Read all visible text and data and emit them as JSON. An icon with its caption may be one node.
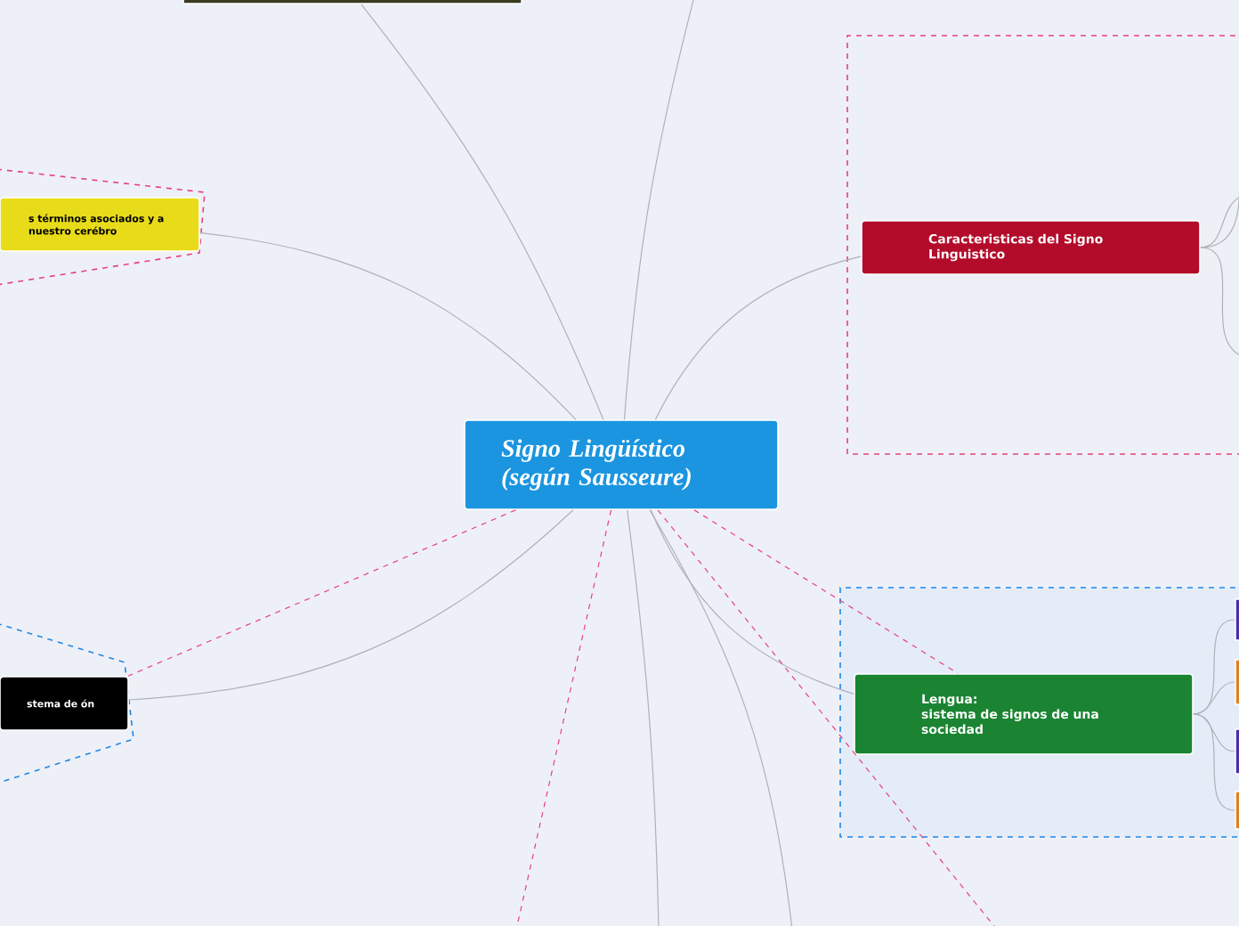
{
  "diagram": {
    "nodes": [
      {
        "text": [
          "Signo Lingüístico (según Sausseure)"
        ]
      },
      {
        "text": [
          "s términos asociados y a nuestro cerébro"
        ]
      },
      {
        "text": [
          "stema de ón"
        ]
      },
      {
        "text": [
          "Caracteristicas del Signo Linguistico"
        ]
      },
      {
        "text": [
          "Lengua:",
          "sistema de signos de una sociedad"
        ]
      },
      {
        "text": [],
        "shape": "box"
      },
      {
        "text": [],
        "shape": "box"
      },
      {
        "text": [],
        "shape": "box"
      },
      {
        "text": [],
        "shape": "box"
      },
      {
        "text": [],
        "shape": "box"
      }
    ],
    "edges": [
      {
        "from": 0,
        "to": 1,
        "arrow": "none"
      },
      {
        "from": 0,
        "to": 2,
        "arrow": "none"
      },
      {
        "from": 0,
        "to": 3,
        "arrow": "none"
      },
      {
        "from": 0,
        "to": 4,
        "arrow": "none"
      },
      {
        "from": 0,
        "to": 5,
        "arrow": "none"
      },
      {
        "from": 0,
        "to": null,
        "arrow": "none"
      },
      {
        "from": 0,
        "to": null,
        "arrow": "none"
      },
      {
        "from": 0,
        "to": null,
        "arrow": "none"
      },
      {
        "from": 0,
        "to": 2,
        "arrow": "none",
        "style": "dashed",
        "color": "#e8407c"
      },
      {
        "from": 0,
        "to": 4,
        "arrow": "none",
        "style": "dashed",
        "color": "#e8407c"
      },
      {
        "from": 0,
        "to": null,
        "arrow": "none",
        "style": "dashed",
        "color": "#e8407c"
      },
      {
        "from": 0,
        "to": null,
        "arrow": "none",
        "style": "dashed",
        "color": "#e8407c"
      },
      {
        "from": 3,
        "to": null,
        "arrow": "none"
      },
      {
        "from": 3,
        "to": null,
        "arrow": "none"
      },
      {
        "from": 3,
        "to": null,
        "arrow": "none"
      },
      {
        "from": 4,
        "to": 6,
        "arrow": "none"
      },
      {
        "from": 4,
        "to": 7,
        "arrow": "none"
      },
      {
        "from": 4,
        "to": 8,
        "arrow": "none"
      },
      {
        "from": 4,
        "to": 9,
        "arrow": "none"
      }
    ]
  }
}
